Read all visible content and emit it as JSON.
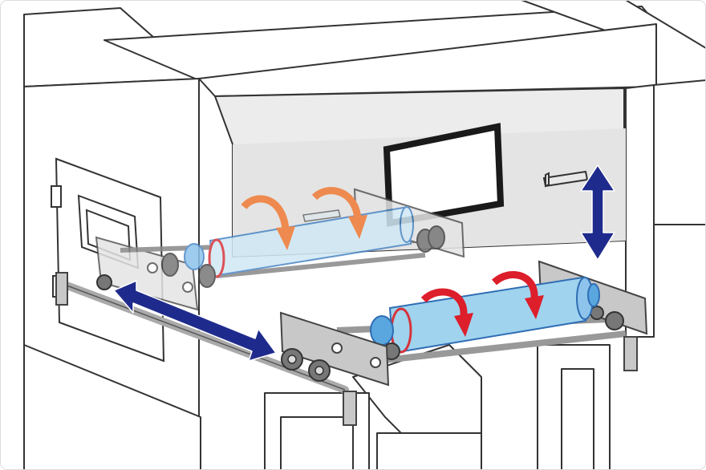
{
  "figure": {
    "subject": "mechanical-isometric-diagram",
    "colors": {
      "line": "#333333",
      "housing_fill": "#ffffff",
      "panel_fill": "#ececec",
      "window_frame": "#1a1a1a",
      "plate_fill": "#c8c8c8",
      "plate_ghost_fill": "#e4e4e4",
      "roller_blue": "#9fd3ee",
      "roller_blue_ghost": "#cfe8f4",
      "roller_cap": "#5aa7e0",
      "roller_band": "#d6333a",
      "arrow_navy": "#1f2b8c",
      "arrow_red": "#dd1e2b",
      "arrow_orange": "#ee8a4f"
    },
    "icons": [
      "frame-housing",
      "access-door",
      "control-window",
      "handle",
      "roller-assembly-retracted",
      "roller-assembly-extended",
      "horizontal-double-arrow",
      "vertical-double-arrow",
      "rotation-arrows"
    ]
  }
}
